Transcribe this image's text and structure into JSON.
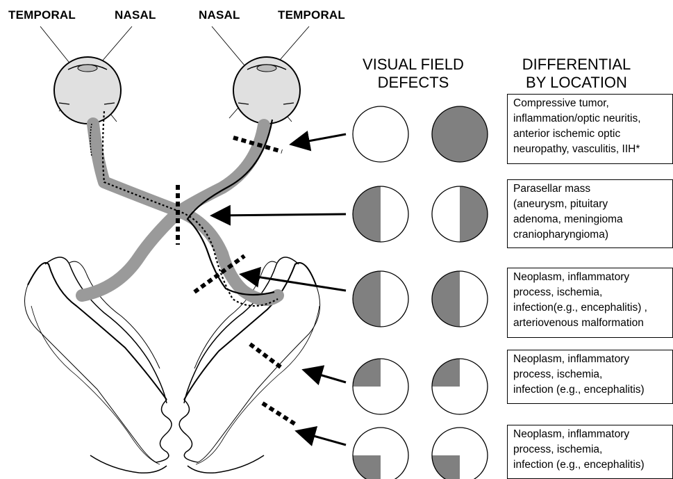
{
  "top_labels": {
    "left_temporal": "TEMPORAL",
    "left_nasal": "NASAL",
    "right_nasal": "NASAL",
    "right_temporal": "TEMPORAL"
  },
  "headers": {
    "visual_field": [
      "VISUAL FIELD",
      "DEFECTS"
    ],
    "differential": [
      "DIFFERENTIAL",
      "BY LOCATION"
    ]
  },
  "colors": {
    "defect_fill": "#808080",
    "pathway_gray": "#9a9a9a",
    "ink": "#000000"
  },
  "rows": [
    {
      "left_defect": "none",
      "right_defect": "full",
      "differential": [
        "Compressive tumor,",
        "inflammation/optic neuritis,",
        "anterior ischemic optic",
        "neuropathy, vasculitis, IIH*"
      ]
    },
    {
      "left_defect": "left-half",
      "right_defect": "right-half",
      "differential": [
        "Parasellar mass",
        "(aneurysm, pituitary",
        "adenoma, meningioma",
        "craniopharyngioma)"
      ]
    },
    {
      "left_defect": "left-half",
      "right_defect": "left-half",
      "differential": [
        "Neoplasm, inflammatory",
        "process, ischemia,",
        "infection(e.g., encephalitis) ,",
        "arteriovenous malformation"
      ]
    },
    {
      "left_defect": "upper-left-quadrant",
      "right_defect": "upper-left-quadrant",
      "differential": [
        "Neoplasm, inflammatory",
        "process, ischemia,",
        "infection (e.g., encephalitis)"
      ]
    },
    {
      "left_defect": "lower-left-quadrant",
      "right_defect": "lower-left-quadrant",
      "differential": [
        "Neoplasm, inflammatory",
        "process, ischemia,",
        "infection (e.g., encephalitis)"
      ]
    }
  ]
}
